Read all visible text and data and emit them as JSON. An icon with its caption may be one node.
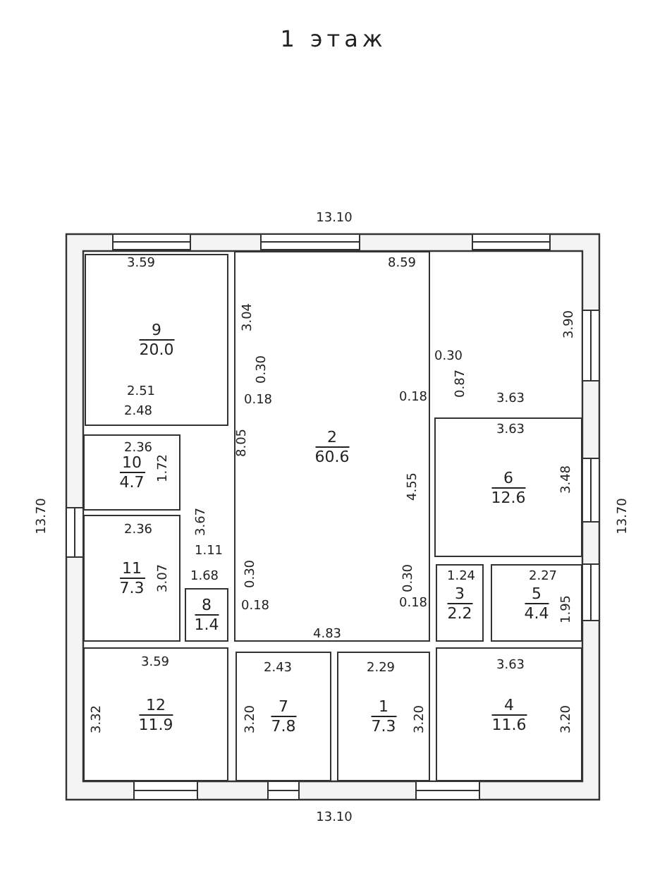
{
  "diagram": {
    "title": "1 этаж",
    "nodes": [
      {
        "text": [
          "9",
          "20.0"
        ]
      },
      {
        "text": [
          "2",
          "60.6"
        ]
      },
      {
        "text": [
          "6",
          "12.6"
        ]
      },
      {
        "text": [
          "10",
          "4.7"
        ]
      },
      {
        "text": [
          "11",
          "7.3"
        ]
      },
      {
        "text": [
          "3",
          "2.2"
        ]
      },
      {
        "text": [
          "5",
          "4.4"
        ]
      },
      {
        "text": [
          "8",
          "1.4"
        ]
      },
      {
        "text": [
          "12",
          "11.9"
        ]
      },
      {
        "text": [
          "7",
          "7.8"
        ]
      },
      {
        "text": [
          "1",
          "7.3"
        ]
      },
      {
        "text": [
          "4",
          "11.6"
        ]
      }
    ],
    "labels": [
      "13.10",
      "3.59",
      "8.59",
      "3.04",
      "3.90",
      "0.30",
      "0.30",
      "0.87",
      "2.51",
      "0.18",
      "0.18",
      "3.63",
      "2.48",
      "8.05",
      "3.63",
      "2.36",
      "1.72",
      "4.55",
      "3.48",
      "13.70",
      "2.36",
      "3.67",
      "13.70",
      "1.11",
      "3.07",
      "1.68",
      "0.30",
      "0.30",
      "1.24",
      "2.27",
      "0.18",
      "0.18",
      "1.95",
      "4.83",
      "3.59",
      "2.43",
      "2.29",
      "3.63",
      "3.32",
      "3.20",
      "3.20",
      "3.20",
      "13.10"
    ]
  }
}
